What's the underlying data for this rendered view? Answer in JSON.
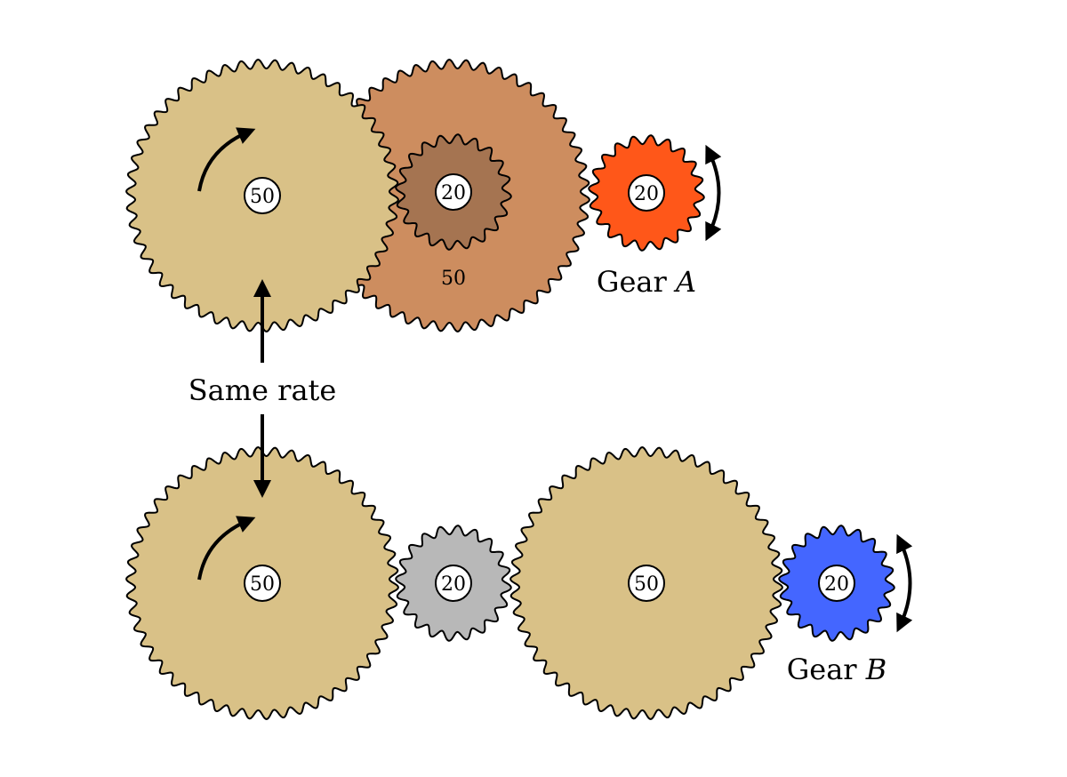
{
  "diagram": {
    "center_label": "Same rate",
    "gear_a_label": {
      "prefix": "Gear ",
      "var": "A"
    },
    "gear_b_label": {
      "prefix": "Gear ",
      "var": "B"
    },
    "compound_outer_label": "50"
  },
  "top_train": {
    "gears": [
      {
        "teeth": 50,
        "hub_label": "50",
        "color": "#d9c187",
        "role": "driver"
      },
      {
        "teeth": 50,
        "hub_label": "",
        "color": "#cd8d5f",
        "role": "compound-outer"
      },
      {
        "teeth": 20,
        "hub_label": "20",
        "color": "#a57451",
        "role": "compound-inner"
      },
      {
        "teeth": 20,
        "hub_label": "20",
        "color": "#ff5719",
        "role": "gear-a"
      }
    ]
  },
  "bottom_train": {
    "gears": [
      {
        "teeth": 50,
        "hub_label": "50",
        "color": "#d9c187",
        "role": "driver"
      },
      {
        "teeth": 20,
        "hub_label": "20",
        "color": "#b8b8b8",
        "role": "idler"
      },
      {
        "teeth": 50,
        "hub_label": "50",
        "color": "#d9c187",
        "role": "intermediate"
      },
      {
        "teeth": 20,
        "hub_label": "20",
        "color": "#4466ff",
        "role": "gear-b"
      }
    ]
  }
}
